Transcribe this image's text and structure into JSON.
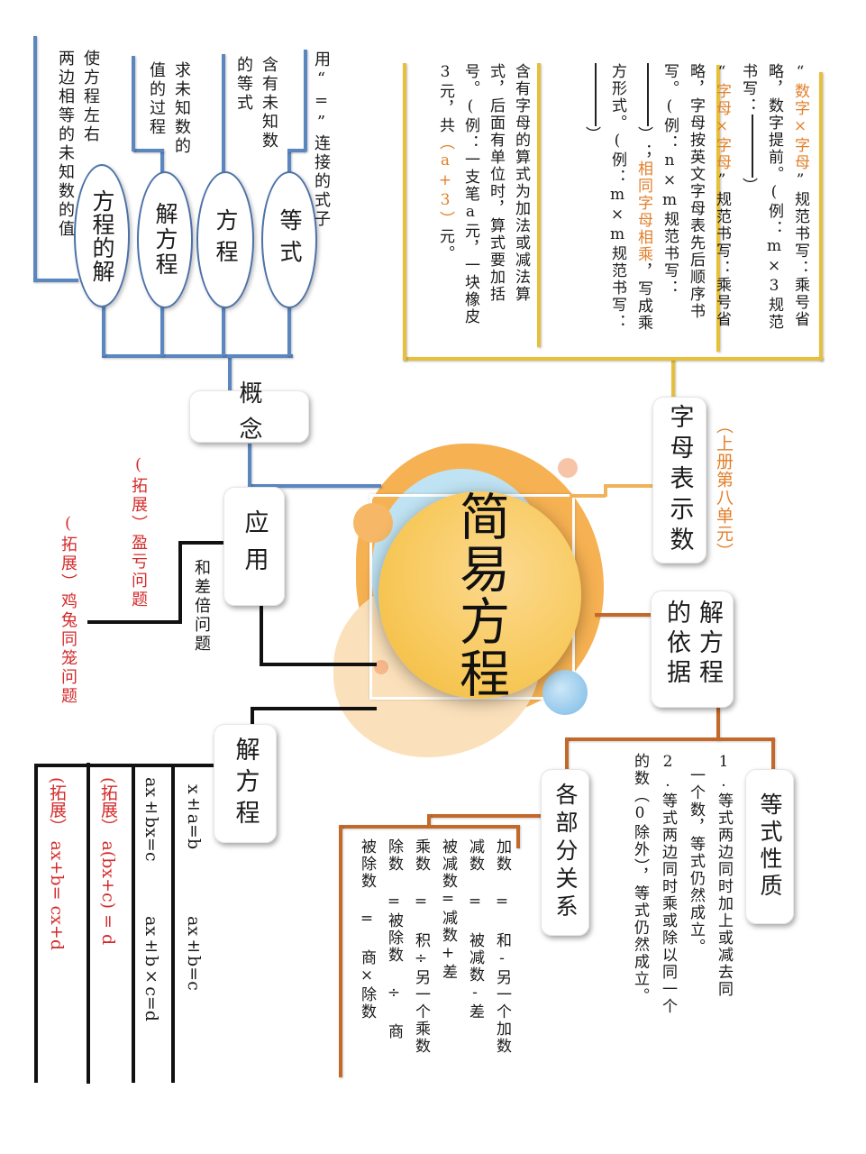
{
  "center": {
    "title_line1": "简易",
    "title_line2": "方程"
  },
  "colors": {
    "concept_line": "#5b87c0",
    "letters_line": "#e6bf3b",
    "basis_line": "#c36a2a",
    "solve_line": "#111111",
    "extension_text": "#d42a2a",
    "highlight_text": "#e2802c",
    "center_circle": "#f7c85a"
  },
  "concept": {
    "label": "概念",
    "children": [
      {
        "label": "等式",
        "desc_lines": [
          "用“=”连接的式子"
        ]
      },
      {
        "label": "方程",
        "desc_lines": [
          "含有未知数",
          "的等式"
        ]
      },
      {
        "label": "解方程",
        "desc_lines": [
          "求未知数的",
          "值的过程"
        ]
      },
      {
        "label": "方程的解",
        "desc_lines": [
          "使方程左右",
          "两边相等的未知数的值"
        ]
      }
    ]
  },
  "application": {
    "label": "应用",
    "items": [
      {
        "text": "和差倍问题",
        "extension": false
      },
      {
        "text": "(拓展）盈亏问题",
        "extension": true
      },
      {
        "text": "(拓展）鸡兔同笼问题",
        "extension": true
      }
    ]
  },
  "solving": {
    "label": "解方程",
    "columns": [
      {
        "items": [
          "x±a=b",
          "ax±b=c"
        ],
        "extension": false
      },
      {
        "items": [
          "ax±bx=c",
          "ax±b×c=d"
        ],
        "extension": false
      },
      {
        "items": [
          "(拓展） a(bx+c) = d"
        ],
        "extension": true
      },
      {
        "items": [
          "(拓展） ax+b= cx+d"
        ],
        "extension": true
      }
    ]
  },
  "letters": {
    "label": "字母表示数",
    "note": "（上册第八单元）",
    "box1": {
      "quote_open": "“",
      "hl1": "数字×字母",
      "t1": "”规范书写：乘号省略，数字提前。(例：m×3规范书写：",
      "t1_end": "）",
      "hl2": "字母×字母",
      "t2": "”规范书写：乘号省略，字母按英文字母表先后顺序书写。(例：n×m规范书写：",
      "t2_mid": "）；",
      "hl3": "相同字母相乘",
      "t3": "，写成乘方形式。(例：m×m规范书写：",
      "t3_end": "）"
    },
    "box2": {
      "t1": "含有字母的算式为加法或减法算式，后面有单位时，算式要加括号。(例：一支笔a元，一块橡皮3元，共",
      "hl": "（a+3）",
      "t2": "元。"
    }
  },
  "basis": {
    "label": "解方程的依据",
    "properties": {
      "label": "等式性质",
      "lines": [
        "1.等式两边同时加上或减去同",
        "一个数，等式仍然成立。",
        "2.等式两边同时乘或除以同一个",
        "的数（0除外），等式仍然成立。"
      ]
    },
    "relations": {
      "label": "各部分关系",
      "lines": [
        "加数 = 和-另一个加数",
        "减数 = 被减数-差",
        "被减数=减数+差",
        "乘数 = 积÷另一个乘数",
        "除数 =被除数 ÷ 商",
        "被除数 = 商×除数"
      ]
    }
  }
}
